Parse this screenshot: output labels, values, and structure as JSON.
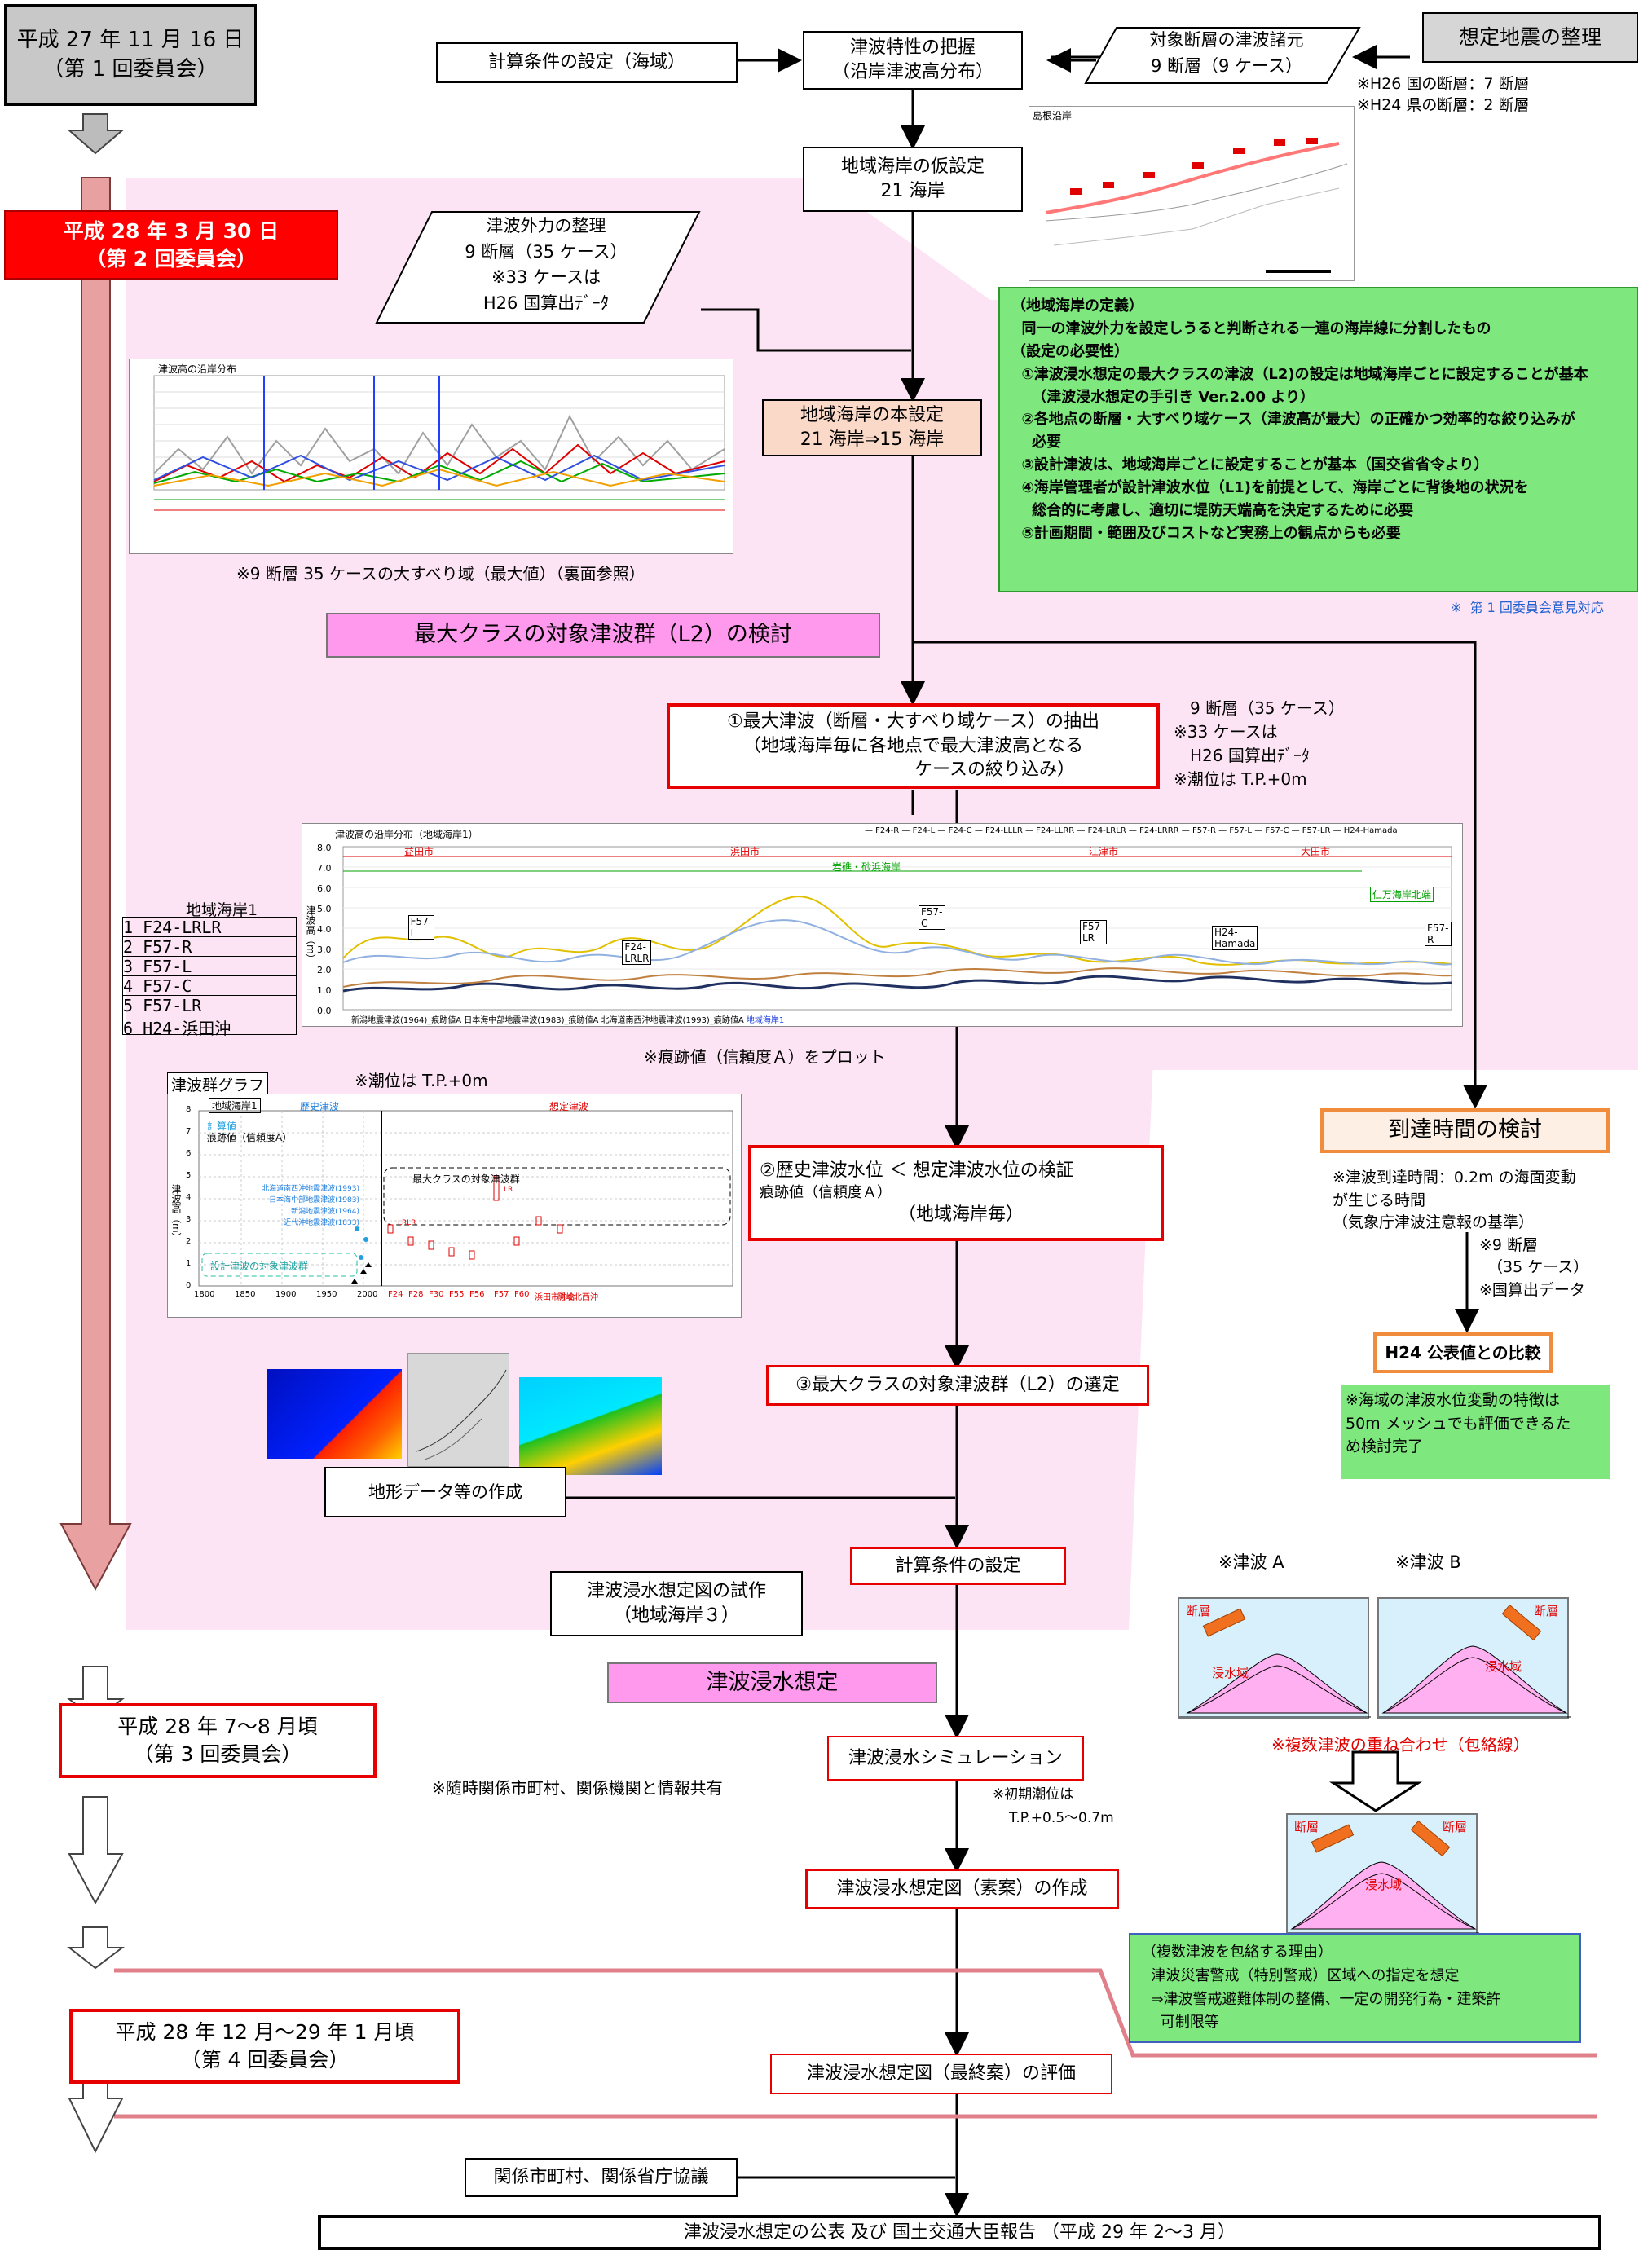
{
  "meetings": {
    "m1_date": "平成 27 年 11 月 16 日",
    "m1_name": "（第 1 回委員会）",
    "m2_date": "平成 28 年 3 月 30 日",
    "m2_name": "（第 2 回委員会）",
    "m3_date": "平成 28 年 7～8 月頃",
    "m3_name": "（第 3 回委員会）",
    "m4_date": "平成 28 年 12 月～29 年 1 月頃",
    "m4_name": "（第 4 回委員会）"
  },
  "top": {
    "calc_cond_sea": "計算条件の設定（海域）",
    "tsunami_char_1": "津波特性の把握",
    "tsunami_char_2": "（沿岸津波高分布）",
    "target_fault_1": "対象断層の津波諸元",
    "target_fault_2": "9 断層（9 ケース）",
    "assumed_eq": "想定地震の整理",
    "note_h26": "※H26 国の断層：7 断層",
    "note_h24": "※H24 県の断層：2 断層",
    "map_title": "島根沿岸"
  },
  "coast_temp": {
    "l1": "地域海岸の仮設定",
    "l2": "21 海岸"
  },
  "external": {
    "l1": "津波外力の整理",
    "l2": "9 断層（35 ケース）",
    "l3": "※33 ケースは",
    "l4": "H26 国算出ﾃﾞｰﾀ"
  },
  "coast_final": {
    "l1": "地域海岸の本設定",
    "l2": "21 海岸⇒15 海岸"
  },
  "chart1_caption": "※9 断層 35 ケースの大すべり域（最大値）（裏面参照）",
  "chart1_title": "津波高の沿岸分布",
  "definition": {
    "text": "（地域海岸の定義）\n  同一の津波外力を設定しうると判断される一連の海岸線に分割したもの\n（設定の必要性）\n  ①津波浸水想定の最大クラスの津波（L2)の設定は地域海岸ごとに設定することが基本\n    （津波浸水想定の手引き Ver.2.00 より）\n  ②各地点の断層・大すべり域ケース（津波高が最大）の正確かつ効率的な絞り込みが\n    必要\n  ③設計津波は、地域海岸ごとに設定することが基本（国交省省令より）\n  ④海岸管理者が設計津波水位（L1)を前提として、海岸ごとに背後地の状況を\n    総合的に考慮し、適切に堤防天端高を決定するために必要\n  ⑤計画期間・範囲及びコストなど実務上の観点からも必要",
    "note": "※  第 1 回委員会意見対応"
  },
  "l2_title": "最大クラスの対象津波群（L2）の検討",
  "step1": {
    "l1": "①最大津波（断層・大すべり域ケース）の抽出",
    "l2": "（地域海岸毎に各地点で最大津波高となる",
    "l3": "ケースの絞り込み）"
  },
  "step1_note": {
    "l1": "9 断層（35 ケース）",
    "l2": "※33 ケースは",
    "l3": "H26 国算出ﾃﾞｰﾀ",
    "l4": "※潮位は T.P.+0m"
  },
  "chart2": {
    "title": "津波高の沿岸分布（地域海岸1）",
    "legend": [
      "F24-R",
      "F24-L",
      "F24-C",
      "F24-LLLR",
      "F24-LLRR",
      "F24-LRLR",
      "F24-LRRR",
      "F57-R",
      "F57-L",
      "F57-C",
      "F57-LR",
      "H24-Hamada"
    ],
    "cities": [
      "益田市",
      "浜田市",
      "江津市",
      "大田市"
    ],
    "labels": [
      "F57-L",
      "F24-LRLR",
      "F57-C",
      "F57-LR",
      "H24-Hamada",
      "F57-R"
    ],
    "yaxis": "津波高（m）",
    "yticks": [
      "8.0",
      "7.0",
      "6.0",
      "5.0",
      "4.0",
      "3.0",
      "2.0",
      "1.0",
      "0.0"
    ],
    "bottom_legend": [
      "新潟地震津波(1964)_痕跡値A",
      "日本海中部地震津波(1983)_痕跡値A",
      "北海道南西沖地震津波(1993)_痕跡値A",
      "地域海岸1"
    ],
    "green_band": "岩礁・砂浜海岸",
    "right_tag": "仁万海岸北端"
  },
  "table": {
    "title": "地域海岸1",
    "rows": [
      "1 F24-LRLR",
      "2 F57-R",
      "3 F57-L",
      "4 F57-C",
      "5 F57-LR",
      "6 H24-浜田沖"
    ]
  },
  "chart2_caption": "※痕跡値（信頼度Ａ）をプロット",
  "graph": {
    "header": "津波群グラフ",
    "note": "※潮位は T.P.+0m",
    "region": "地域海岸1",
    "hist_label": "歴史津波",
    "assumed_label": "想定津波",
    "legend1": "計算値",
    "legend2": "痕跡値（信頼度A）",
    "max_group": "最大クラスの対象津波群",
    "design_group": "設計津波の対象津波群",
    "quakes": [
      "北海道南西沖地震津波(1993)",
      "日本海中部地震津波(1983)",
      "新潟地震津波(1964)",
      "近代沖地震津波(1833)"
    ],
    "xticks": [
      "1800",
      "1850",
      "1900",
      "1950",
      "2000",
      "F24",
      "F28",
      "F30",
      "F55",
      "F56",
      "F57",
      "F60",
      "浜田市沖合",
      "隠岐北西沖"
    ],
    "yticks": [
      "0",
      "1",
      "2",
      "3",
      "4",
      "5",
      "6",
      "7",
      "8"
    ],
    "ylabel": "津波高（m）",
    "tags": [
      "LRLR",
      "LR"
    ]
  },
  "step2": {
    "l1": "②歴史津波水位  ＜  想定津波水位の検証",
    "l2": "痕跡値（信頼度Ａ）",
    "l3": "（地域海岸毎）"
  },
  "arrival": {
    "title": "到達時間の検討",
    "n1": "※津波到達時間：0.2m の海面変動",
    "n2": "が生じる時間",
    "n3": "（気象庁津波注意報の基準）",
    "n4": "※9 断層",
    "n5": "（35 ケース）",
    "n6": "※国算出データ"
  },
  "h24_compare": "H24 公表値との比較",
  "h24_note": "※海域の津波水位変動の特徴は\n50m メッシュでも評価できるた\nめ検討完了",
  "step3": "③最大クラスの対象津波群（L2）の選定",
  "terrain": "地形データ等の作成",
  "calc_cond": "計算条件の設定",
  "trial": {
    "l1": "津波浸水想定図の試作",
    "l2": "（地域海岸３）"
  },
  "inundation_title": "津波浸水想定",
  "simulation": "津波浸水シミュレーション",
  "sim_note": {
    "l1": "※初期潮位は",
    "l2": "T.P.+0.5～0.7m"
  },
  "share_note": "※随時関係市町村、関係機関と情報共有",
  "draft": "津波浸水想定図（素案）の作成",
  "final_eval": "津波浸水想定図（最終案）の評価",
  "consult": "関係市町村、関係省庁協議",
  "announce": "津波浸水想定の公表  及び  国土交通大臣報告  （平成 29 年 2～3 月）",
  "tsunamiA": "※津波 A",
  "tsunamiB": "※津波 B",
  "fault": "断層",
  "inund_area": "浸水域",
  "overlay": "※複数津波の重ね合わせ（包絡線）",
  "reason": "（複数津波を包絡する理由）\n  津波災害警戒（特別警戒）区域への指定を想定\n  ⇒津波警戒避難体制の整備、一定の開発行為・建築許\n    可制限等",
  "colors": {
    "red": "#e60000",
    "pink": "#fde4f4",
    "green": "#7ee87e",
    "magenta": "#ff99ee",
    "orange": "#f08c3c"
  }
}
